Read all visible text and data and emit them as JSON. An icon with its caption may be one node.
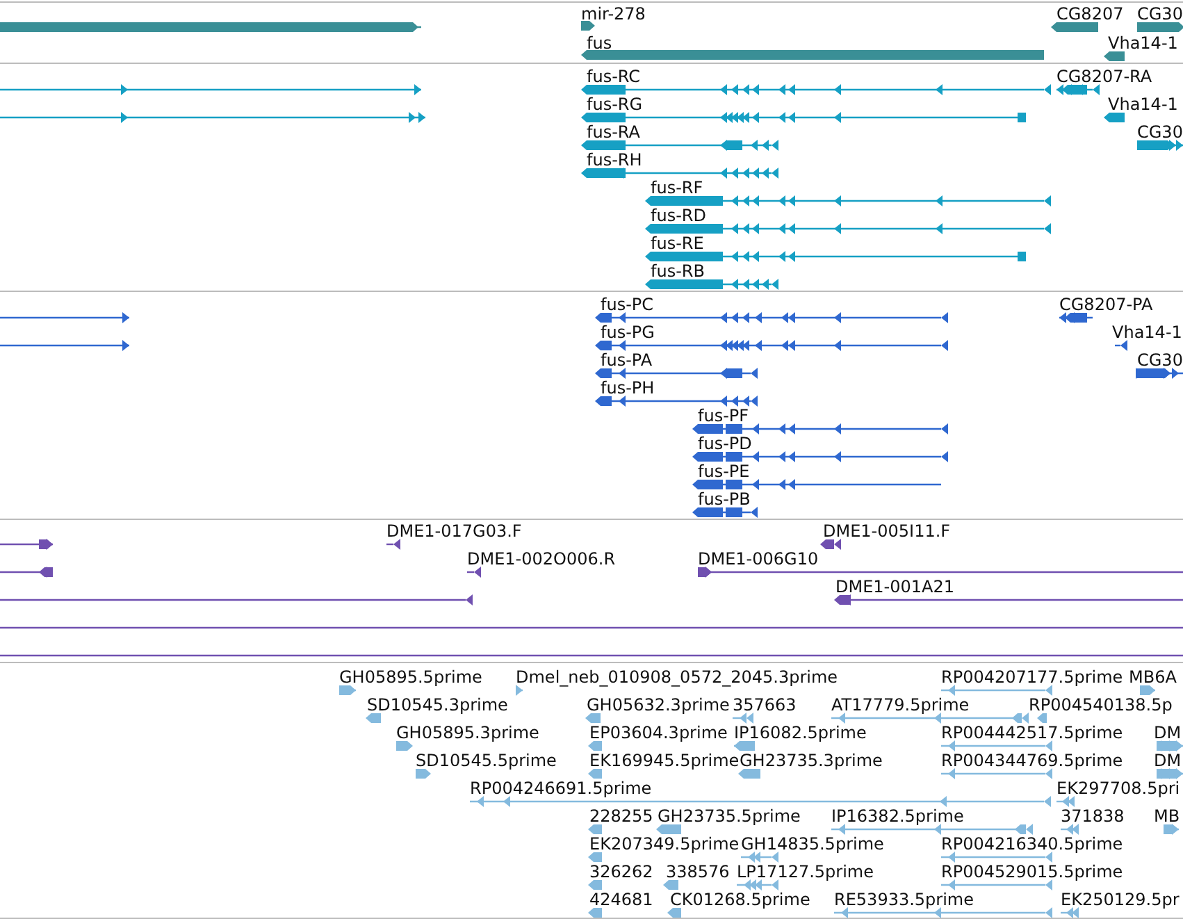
{
  "diagram": {
    "labels": [
      "mir-278",
      "CG8207",
      "CG30",
      "fus",
      "Vha14-1",
      "fus-RC",
      "CG8207-RA",
      "fus-RG",
      "Vha14-1",
      "fus-RA",
      "CG30",
      "fus-RH",
      "fus-RF",
      "fus-RD",
      "fus-RE",
      "fus-RB",
      "fus-PC",
      "CG8207-PA",
      "fus-PG",
      "Vha14-1",
      "fus-PA",
      "CG30",
      "fus-PH",
      "fus-PF",
      "fus-PD",
      "fus-PE",
      "fus-PB",
      "DME1-017G03.F",
      "DME1-005I11.F",
      "DME1-002O006.R",
      "DME1-006G10",
      "DME1-001A21",
      "GH05895.5prime",
      "Dmel_neb_010908_0572_2045.3prime",
      "RP004207177.5prime",
      "MB6A",
      "SD10545.3prime",
      "GH05632.3prime",
      "357663",
      "AT17779.5prime",
      "RP004540138.5p",
      "GH05895.3prime",
      "EP03604.3prime",
      "IP16082.5prime",
      "RP004442517.5prime",
      "DM",
      "SD10545.5prime",
      "EK169945.5prime",
      "GH23735.3prime",
      "RP004344769.5prime",
      "DM",
      "RP004246691.5prime",
      "EK297708.5pri",
      "228255",
      "GH23735.5prime",
      "IP16382.5prime",
      "371838",
      "MB",
      "EK207349.5prime",
      "GH14835.5prime",
      "RP004216340.5prime",
      "326262",
      "338576",
      "LP17127.5prime",
      "RP004529015.5prime",
      "424681",
      "CK01268.5prime",
      "RE53933.5prime",
      "EK250129.5pr"
    ]
  }
}
